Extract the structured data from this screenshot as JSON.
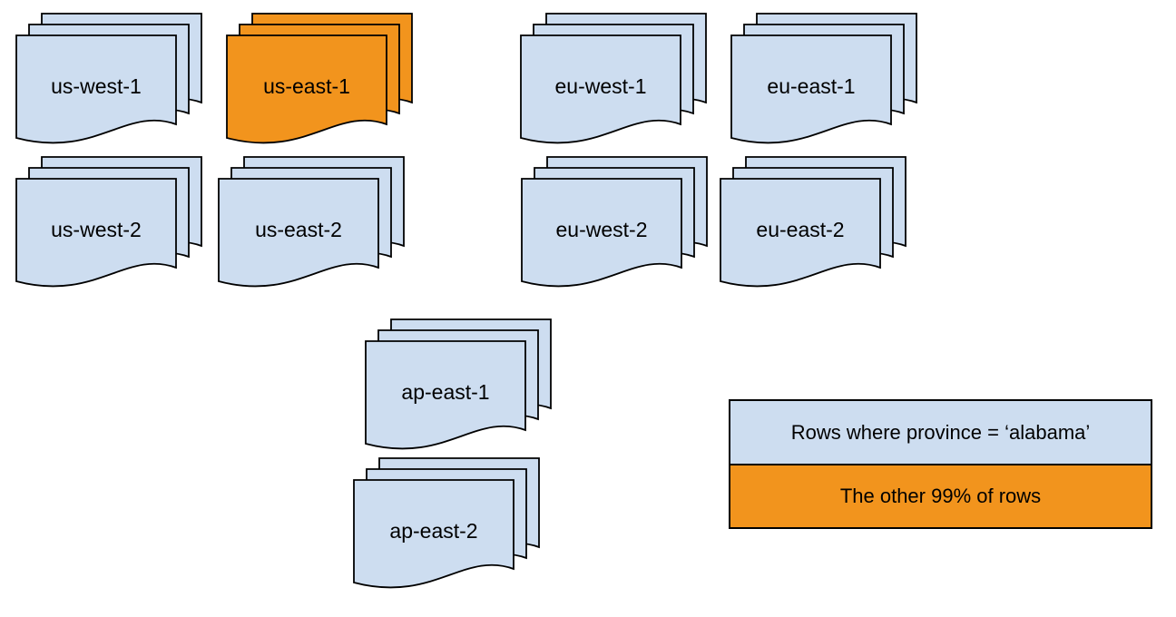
{
  "colors": {
    "doc_blue": "#cdddf0",
    "doc_orange": "#f2941d",
    "outline": "#000000",
    "text": "#000000",
    "background": "#ffffff"
  },
  "stacks": [
    {
      "id": "us-west-1",
      "label": "us-west-1",
      "fill": "blue"
    },
    {
      "id": "us-east-1",
      "label": "us-east-1",
      "fill": "orange"
    },
    {
      "id": "eu-west-1",
      "label": "eu-west-1",
      "fill": "blue"
    },
    {
      "id": "eu-east-1",
      "label": "eu-east-1",
      "fill": "blue"
    },
    {
      "id": "us-west-2",
      "label": "us-west-2",
      "fill": "blue"
    },
    {
      "id": "us-east-2",
      "label": "us-east-2",
      "fill": "blue"
    },
    {
      "id": "eu-west-2",
      "label": "eu-west-2",
      "fill": "blue"
    },
    {
      "id": "eu-east-2",
      "label": "eu-east-2",
      "fill": "blue"
    },
    {
      "id": "ap-east-1",
      "label": "ap-east-1",
      "fill": "blue"
    },
    {
      "id": "ap-east-2",
      "label": "ap-east-2",
      "fill": "blue"
    }
  ],
  "legend": {
    "items": [
      {
        "label": "Rows where province = ‘alabama’",
        "fill": "blue"
      },
      {
        "label": "The other 99% of rows",
        "fill": "orange"
      }
    ]
  }
}
